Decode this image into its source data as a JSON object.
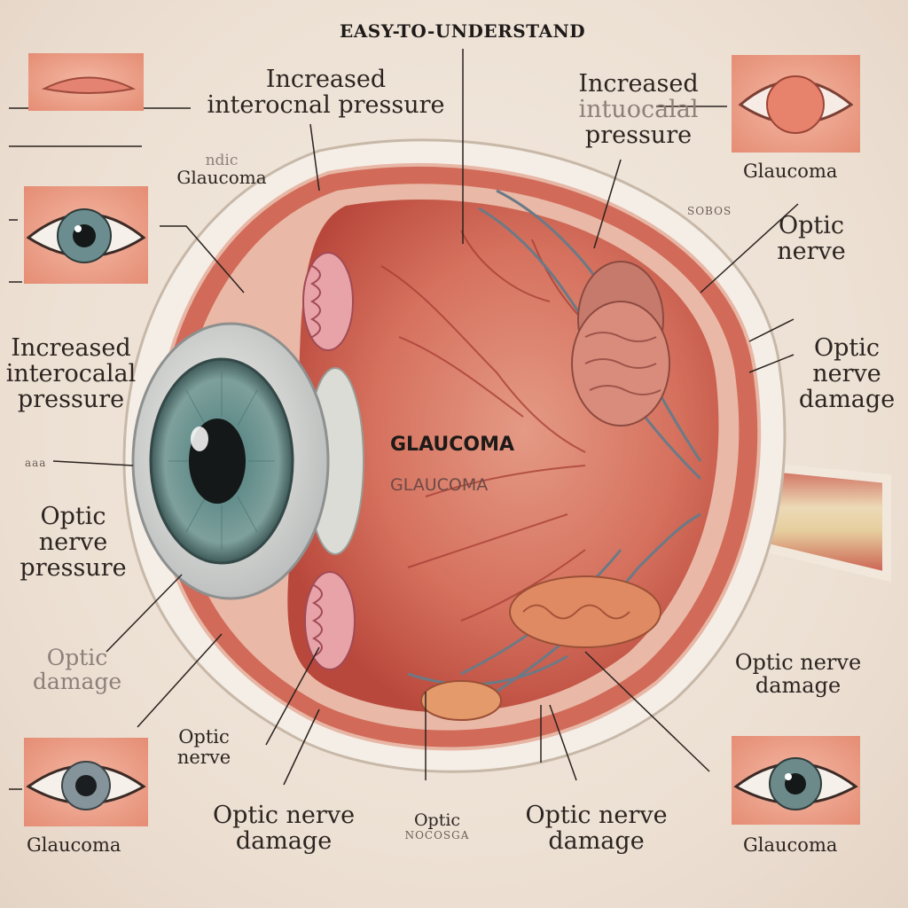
{
  "title": "EASY-TO-UNDERSTAND",
  "labels": {
    "top_center": [
      "Increased",
      "interocnal pressure"
    ],
    "top_right": [
      "Increased",
      "intuocalal",
      "pressure"
    ],
    "top_right_eye_caption": "Glaucoma",
    "upper_left_small": "ndic",
    "upper_left_caption": "Glaucoma",
    "right_optic_nerve": [
      "Optic",
      "nerve"
    ],
    "right_optic_nerve_damage": [
      "Optic",
      "nerve",
      "damage"
    ],
    "left_increased_pressure": [
      "Increased",
      "interocalal",
      "pressure"
    ],
    "left_optic_nerve_pressure": [
      "Optic",
      "nerve",
      "pressure"
    ],
    "left_optic_damage_faded": [
      "Optic",
      "damage"
    ],
    "center_glaucoma_bold": "GLAUCOMA",
    "center_glaucoma_faded": "GLAUCOMA",
    "bottom_optic_nerve_small": [
      "Optic",
      "nerve"
    ],
    "bottom_optic_nerve_damage_1": [
      "Optic nerve",
      "damage"
    ],
    "bottom_optic_small": [
      "Optic",
      "NOCOSGA"
    ],
    "bottom_optic_nerve_damage_2": [
      "Optic nerve",
      "damage"
    ],
    "lower_right_optic_nerve_damage": [
      "Optic nerve",
      "damage"
    ],
    "bottom_left_caption": "Glaucoma",
    "bottom_right_caption": "Glaucoma",
    "tiny_right_marks": "SOBOS",
    "tiny_left_marks": "aaa"
  },
  "colors": {
    "tissue_red": "#c85a4c",
    "sclera": "#f3ece4",
    "iris": "#5f8a88",
    "nerve": "#d9c7a0"
  }
}
